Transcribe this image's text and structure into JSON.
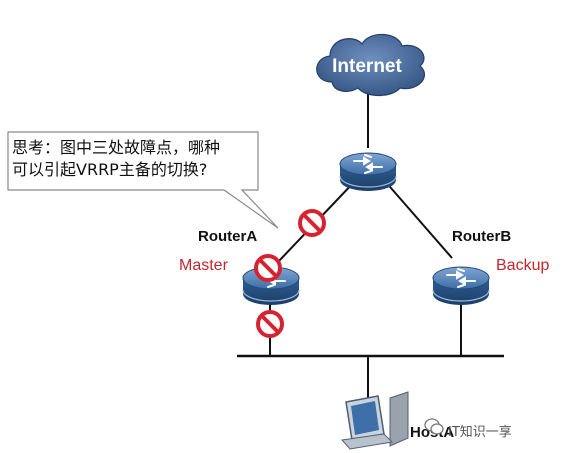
{
  "callout": {
    "line1": "思考：图中三处故障点，哪种",
    "line2": "可以引起VRRP主备的切换?"
  },
  "internet": {
    "label": "Internet"
  },
  "routers": {
    "a": {
      "name": "RouterA",
      "role": "Master"
    },
    "b": {
      "name": "RouterB",
      "role": "Backup"
    }
  },
  "host": {
    "name": "HostA"
  },
  "watermark": {
    "text": "IT知识一享"
  },
  "colors": {
    "router_body": "#2f5f95",
    "cloud": "#3a5d8c",
    "fault": "#d7232f",
    "role_text": "#c4262b"
  },
  "fault_points": [
    "core-to-routerA-link",
    "routerA",
    "routerA-to-lan-link"
  ]
}
